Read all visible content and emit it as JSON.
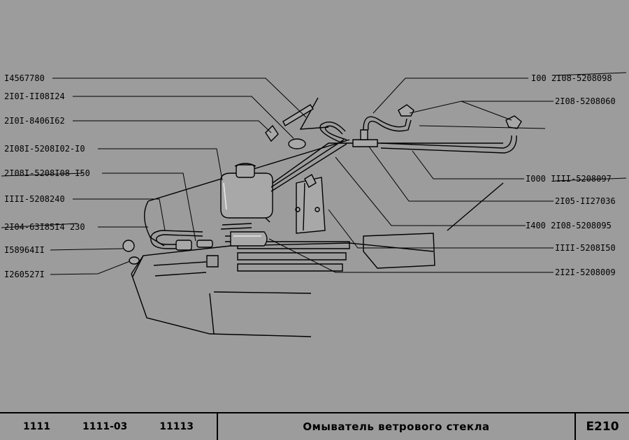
{
  "labels_left": [
    "I4567780",
    "2I0I-II08I24",
    "2I0I-8406I62",
    "2I08I-5208I02-I0",
    "2I08I-5208I08 I50",
    "IIII-5208240",
    "2I04-63I85I4 230",
    "I58964II",
    "I260527I"
  ],
  "labels_right": [
    "I00 2I08-5208098",
    "2I08-5208060",
    "I000 IIII-5208097",
    "2I05-II27036",
    "I400 2I08-5208095",
    "IIII-5208I50",
    "2I2I-5208009"
  ],
  "footer": {
    "models": [
      "1111",
      "1111-03",
      "11113"
    ],
    "title": "Омыватель ветрового стекла",
    "code": "E210"
  },
  "colors": {
    "background": "#9c9c9c",
    "ink": "#000000",
    "highlight": "#e8e8e8"
  }
}
